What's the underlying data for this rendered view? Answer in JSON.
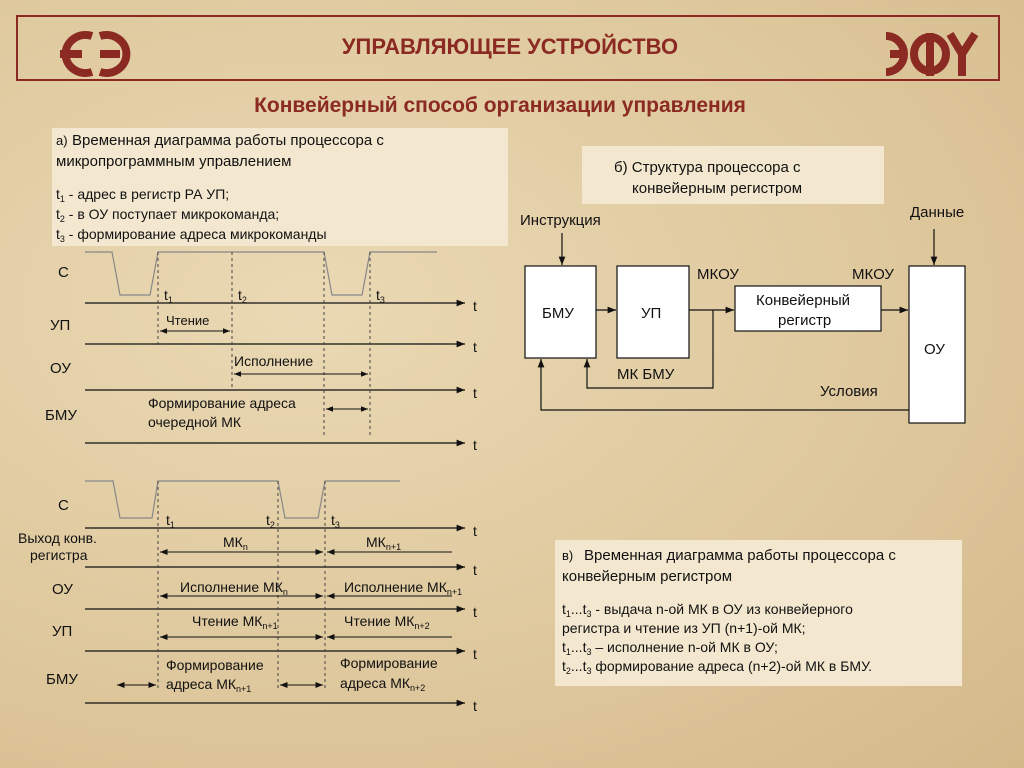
{
  "header": {
    "title": "УПРАВЛЯЮЩЕЕ УСТРОЙСТВО",
    "subtitle": "Конвейерный способ организации управления"
  },
  "section_a": {
    "prefix": "а)",
    "caption_1": "Временная диаграмма работы процессора с",
    "caption_2": "микропрограммным управлением",
    "notes": [
      {
        "t": "t",
        "sub": "1",
        "text": " - адрес в регистр РА УП;"
      },
      {
        "t": "t",
        "sub": "2",
        "text": " - в ОУ поступает микрокоманда;"
      },
      {
        "t": "t",
        "sub": "3",
        "text": " - формирование адреса  микрокоманды"
      }
    ],
    "rows": {
      "c": "С",
      "up": "УП",
      "ou": "ОУ",
      "bmu": "БМУ"
    },
    "t_axis": "t",
    "marks": {
      "t": "t",
      "s1": "1",
      "s2": "2",
      "s3": "3"
    },
    "labels": {
      "read": "Чтение",
      "exec": "Исполнение",
      "form_1": "Формирование адреса",
      "form_2": "очередной МК"
    }
  },
  "section_b": {
    "caption_1": "б) Структура процессора с",
    "caption_2": "конвейерным регистром",
    "instruction": "Инструкция",
    "data": "Данные",
    "bmu": "БМУ",
    "up": "УП",
    "mkou_1": "МКОУ",
    "mkou_2": "МКОУ",
    "pipe_1": "Конвейерный",
    "pipe_2": "регистр",
    "ou": "ОУ",
    "mk_bmu": "МК БМУ",
    "conditions": "Условия"
  },
  "section_c": {
    "rows": {
      "c": "С",
      "out_1": "Выход конв.",
      "out_2": "регистра",
      "ou": "ОУ",
      "up": "УП",
      "bmu": "БМУ"
    },
    "labels": {
      "mk": "МК",
      "n": "n",
      "n1": "n+1",
      "n2": "n+2",
      "exec": "Исполнение МК",
      "read": "Чтение МК",
      "form_1": "Формирование",
      "form_2": "адреса МК"
    }
  },
  "section_v": {
    "prefix": "в)",
    "caption_1": "Временная диаграмма работы процессора с",
    "caption_2": "конвейерным регистром",
    "line1_a": "t",
    "line1_s1": "1",
    "line1_b": "...t",
    "line1_s3": "3",
    "line1_c": " - выдача n-ой МК в ОУ из конвейерного",
    "line2": "регистра и чтение из УП (n+1)-ой МК;",
    "line3_c": " – исполнение n-ой МК в ОУ;",
    "line4_c": " формирование адреса (n+2)-ой МК в БМУ."
  },
  "colors": {
    "accent": "#8a2a22",
    "panel": "#f3e8cf",
    "line": "#111111"
  }
}
